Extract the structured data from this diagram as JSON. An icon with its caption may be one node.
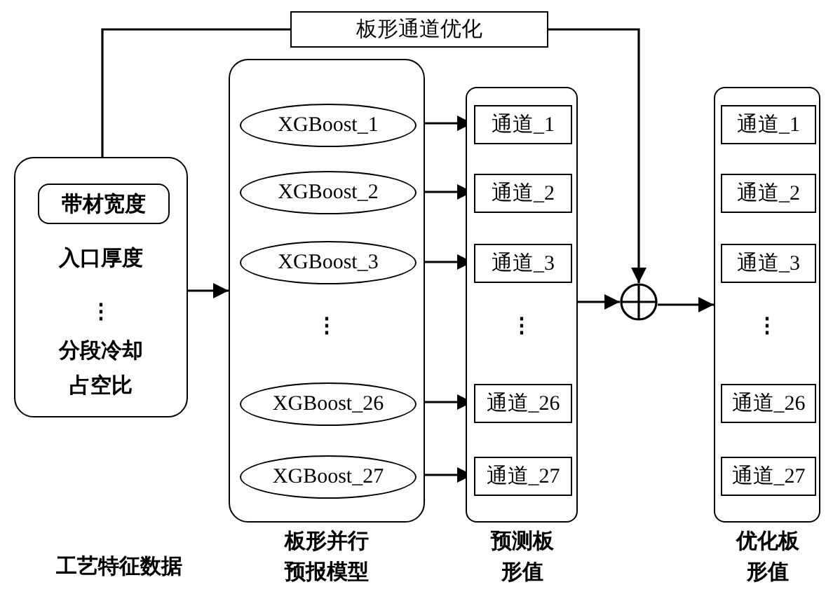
{
  "diagram": {
    "nodes": [
      {
        "text": [
          "入口厚度",
          "⋮",
          "分段冷却占空比"
        ]
      },
      {
        "text": [
          "带材宽度"
        ],
        "in": 0
      },
      {
        "text": [
          "⋮"
        ]
      },
      {
        "text": [
          "XGBoost_1"
        ],
        "in": 2
      },
      {
        "text": [
          "XGBoost_2"
        ],
        "in": 2
      },
      {
        "text": [
          "XGBoost_3"
        ],
        "in": 2
      },
      {
        "text": [
          "XGBoost_26"
        ],
        "in": 2
      },
      {
        "text": [
          "XGBoost_27"
        ],
        "in": 2
      },
      {
        "text": [
          "⋮"
        ]
      },
      {
        "text": [
          "通道_1"
        ],
        "in": 8
      },
      {
        "text": [
          "通道_2"
        ],
        "in": 8
      },
      {
        "text": [
          "通道_3"
        ],
        "in": 8
      },
      {
        "text": [
          "通道_26"
        ],
        "in": 8
      },
      {
        "text": [
          "通道_27"
        ],
        "in": 8
      },
      {
        "text": [],
        "shape": "circle"
      },
      {
        "text": [
          "⋮"
        ]
      },
      {
        "text": [
          "通道_1"
        ],
        "in": 15
      },
      {
        "text": [
          "通道_2"
        ],
        "in": 15
      },
      {
        "text": [
          "通道_3"
        ],
        "in": 15
      },
      {
        "text": [
          "通道_26"
        ],
        "in": 15
      },
      {
        "text": [
          "通道_27"
        ],
        "in": 15
      },
      {
        "text": [
          "板形通道优化"
        ]
      }
    ],
    "edges": [
      {
        "from": 0,
        "to": 2,
        "arrow": "to"
      },
      {
        "from": 3,
        "to": 9,
        "arrow": "to"
      },
      {
        "from": 4,
        "to": 10,
        "arrow": "to"
      },
      {
        "from": 5,
        "to": 11,
        "arrow": "to"
      },
      {
        "from": 6,
        "to": 12,
        "arrow": "to"
      },
      {
        "from": 7,
        "to": 13,
        "arrow": "to"
      },
      {
        "from": 8,
        "to": 14,
        "arrow": "to"
      },
      {
        "from": 14,
        "to": 15,
        "arrow": "to"
      },
      {
        "from": 1,
        "to": 21,
        "arrow": "none"
      },
      {
        "from": 21,
        "to": 14,
        "arrow": "to"
      }
    ],
    "labels": [
      "工艺特征数据",
      "板形并行预报模型",
      "预测板形值",
      "优化板形值"
    ]
  }
}
